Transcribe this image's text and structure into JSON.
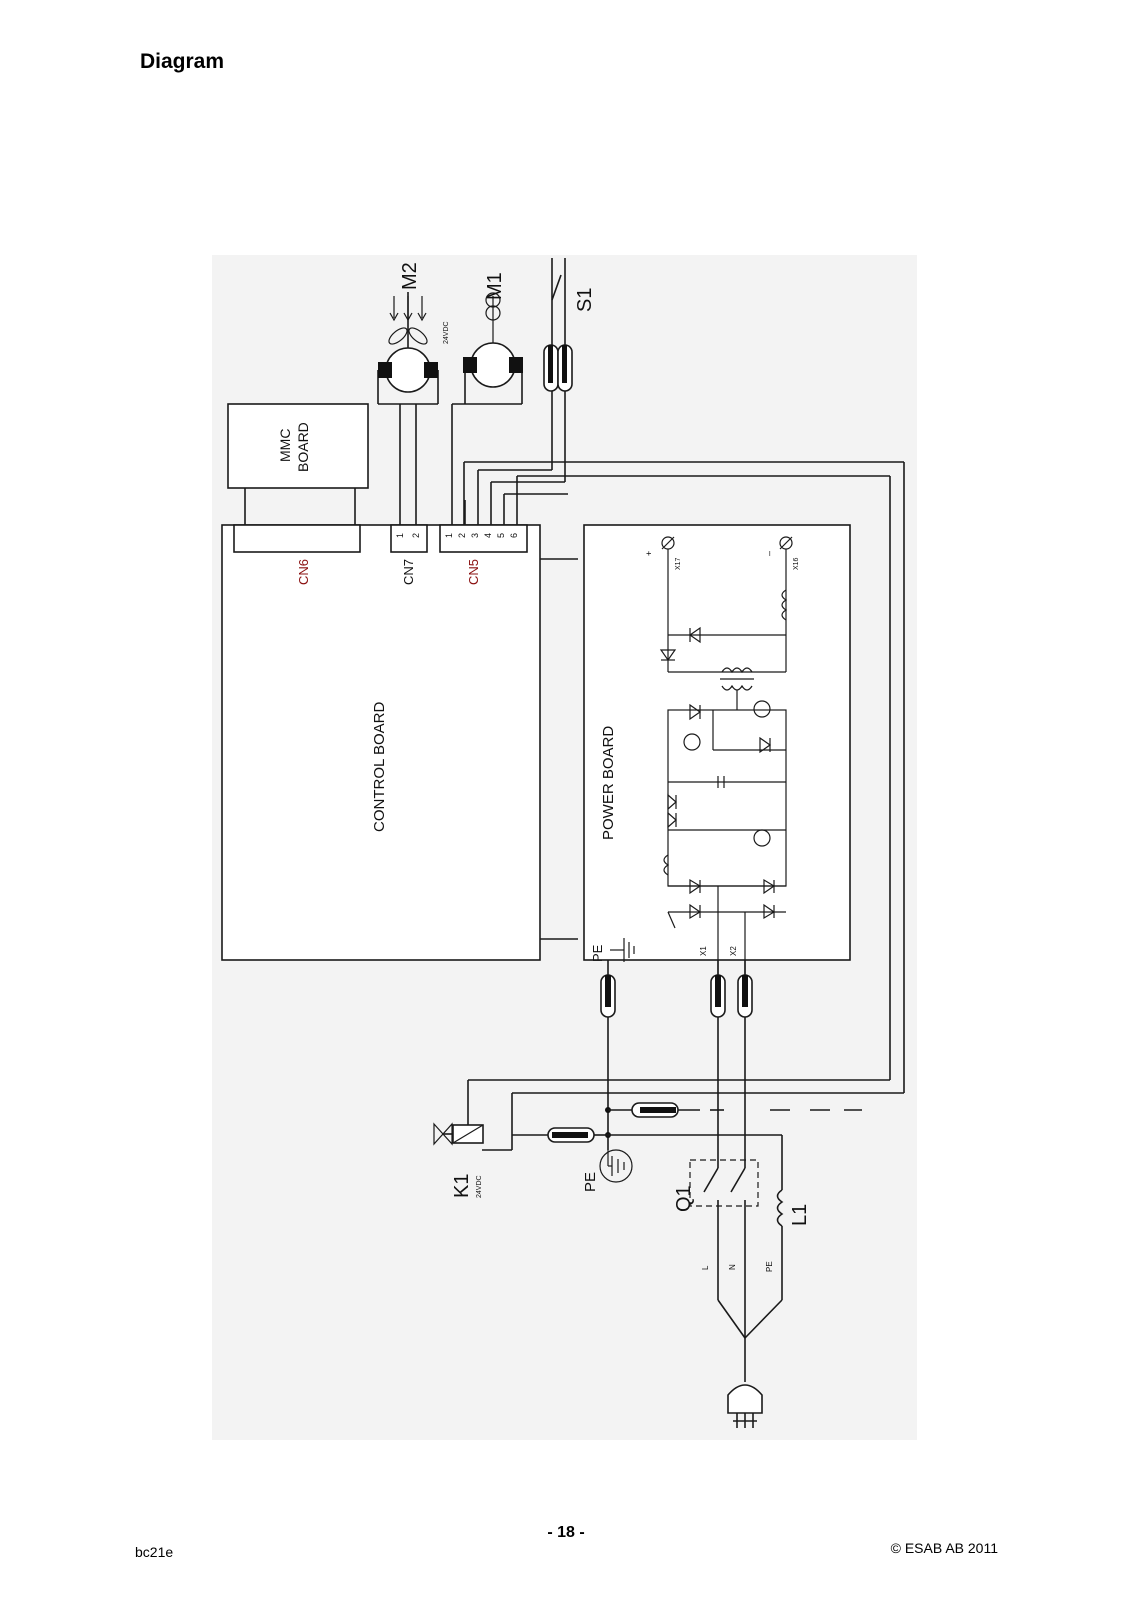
{
  "page": {
    "heading": "Diagram",
    "page_number": "- 18 -",
    "doc_code": "bc21e",
    "copyright": "© ESAB AB 2011"
  },
  "diagram": {
    "mmc_board_line1": "MMC",
    "mmc_board_line2": "BOARD",
    "control_board": "CONTROL BOARD",
    "power_board": "POWER BOARD",
    "cn6": "CN6",
    "cn7": "CN7",
    "cn5": "CN5",
    "cn7_pins": [
      "1",
      "2"
    ],
    "cn5_pins": [
      "1",
      "2",
      "3",
      "4",
      "5",
      "6"
    ],
    "m1": "M1",
    "m2": "M2",
    "s1": "S1",
    "k1": "K1",
    "k1_volt": "24VDC",
    "m2_volt": "24VDC",
    "q1": "Q1",
    "l1": "L1",
    "pe_board": "PE",
    "pe_main": "PE",
    "x1": "X1",
    "x2": "X2",
    "x17": "X17",
    "x16": "X16",
    "plus": "+",
    "minus": "–",
    "mains_l": "L",
    "mains_n": "N",
    "mains_pe": "PE"
  }
}
